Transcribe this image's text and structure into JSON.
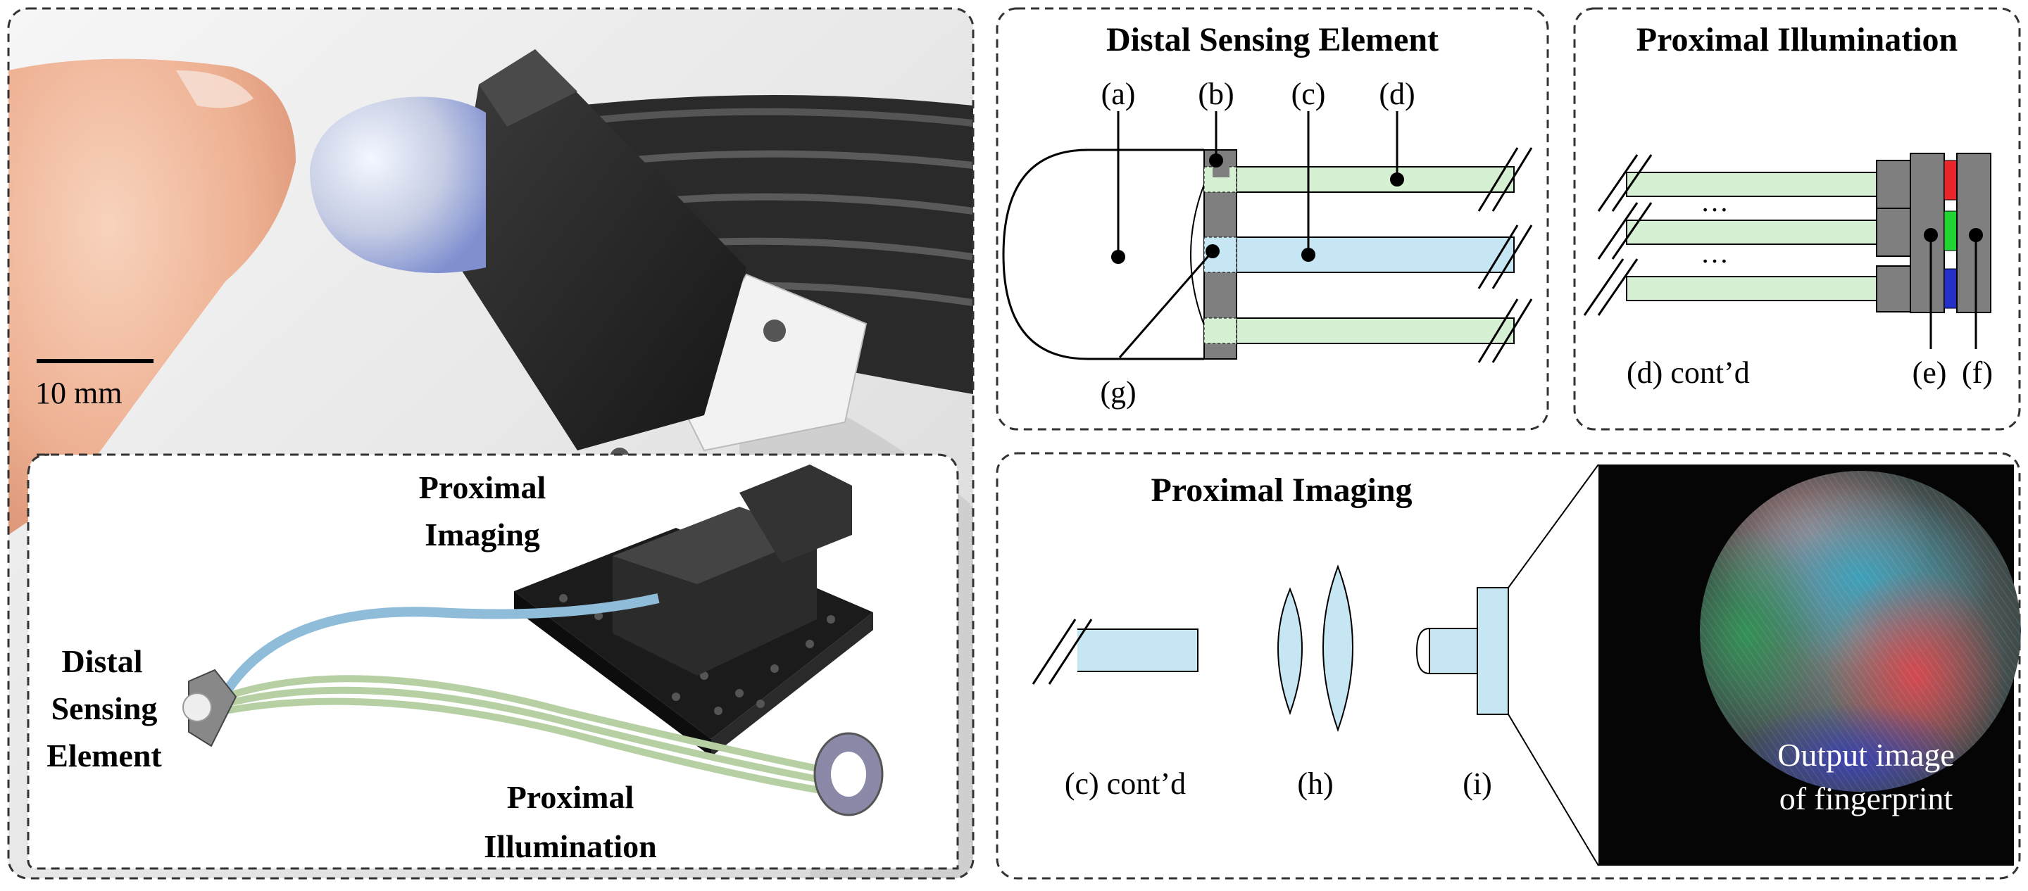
{
  "photo_panel": {
    "scale_bar_label": "10 mm",
    "inset_labels": {
      "proximal_imaging": [
        "Proximal",
        "Imaging"
      ],
      "distal_sensing": [
        "Distal",
        "Sensing",
        "Element"
      ],
      "proximal_illumination": [
        "Proximal",
        "Illumination"
      ]
    }
  },
  "distal_panel": {
    "title": "Distal Sensing Element",
    "labels": {
      "a": "(a)",
      "b": "(b)",
      "c": "(c)",
      "d": "(d)",
      "g": "(g)"
    }
  },
  "illumination_panel": {
    "title": "Proximal Illumination",
    "labels": {
      "d_contd": "(d) cont’d",
      "e": "(e)",
      "f": "(f)",
      "dots": "…"
    },
    "led_colors": [
      "#e8262b",
      "#22d432",
      "#2430c8"
    ]
  },
  "imaging_panel": {
    "title": "Proximal Imaging",
    "labels": {
      "c_contd": "(c) cont’d",
      "h": "(h)",
      "i": "(i)"
    },
    "output_caption": [
      "Output image",
      "of fingerprint"
    ]
  },
  "colors": {
    "fiber_green": "#d6f0d3",
    "fiber_blue": "#c6e6f4",
    "lens_blue": "#c6e6f4",
    "housing_gray": "#7f7f7f",
    "dashed_border": "#333333"
  }
}
